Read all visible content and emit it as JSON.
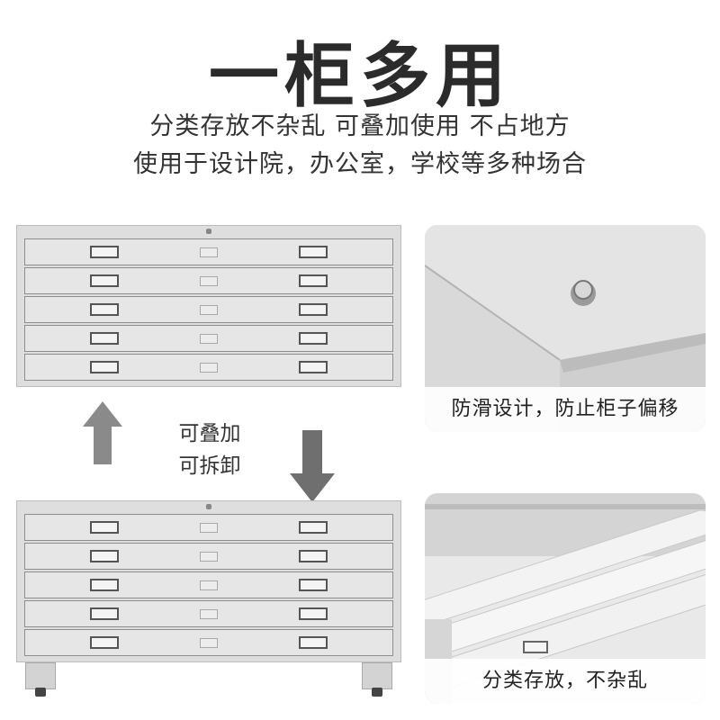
{
  "title": "一柜多用",
  "subtitle_line1": "分类存放不杂乱 可叠加使用 不占地方",
  "subtitle_line2": "使用于设计院，办公室，学校等多种场合",
  "stack_label_line1": "可叠加",
  "stack_label_line2": "可拆卸",
  "panel_top_caption": "防滑设计，防止柜子偏移",
  "panel_bottom_caption": "分类存放，不杂乱",
  "icons": {
    "up": "arrow-up-icon",
    "down": "arrow-down-icon"
  },
  "colors": {
    "cabinet": "#dedede",
    "arrow": "#7d7d7d",
    "text": "#2b2b2b"
  }
}
